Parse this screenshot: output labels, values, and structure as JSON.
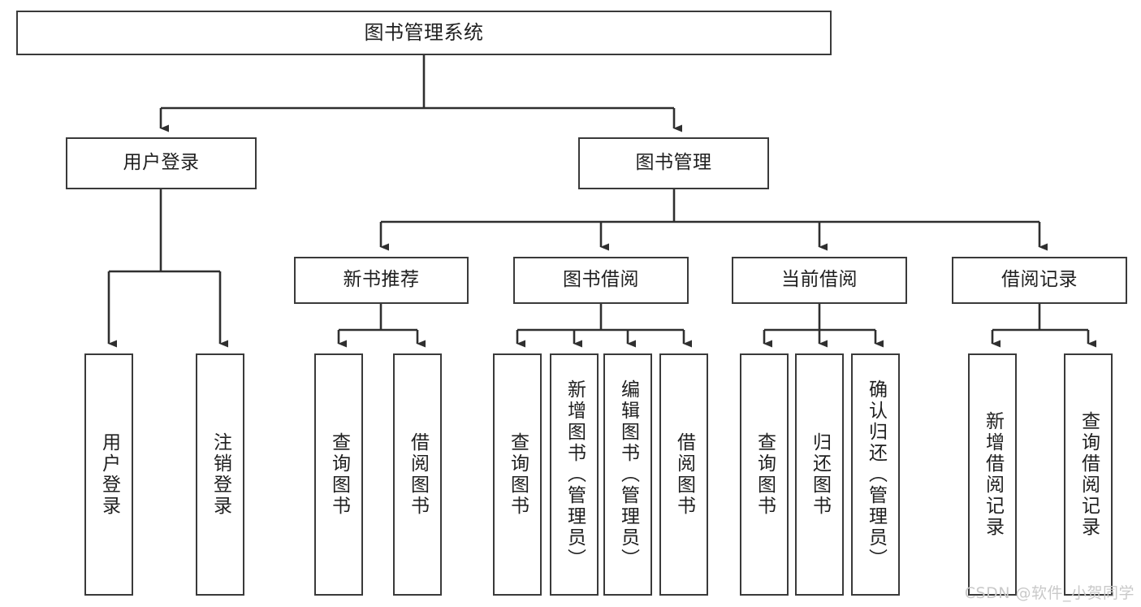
{
  "diagram": {
    "title": "图书管理系统",
    "watermark": "CSDN @软件_小贺同学",
    "colors": {
      "node_border": "#3a3a3a",
      "node_fill": "#ffffff",
      "edge": "#2f2f2f",
      "text": "#1f1f1f",
      "watermark": "#c9c9c9",
      "background": "#ffffff"
    },
    "levels": {
      "root": "图书管理系统",
      "level2": [
        "用户登录",
        "图书管理"
      ],
      "level3": [
        "新书推荐",
        "图书借阅",
        "当前借阅",
        "借阅记录"
      ]
    },
    "nodes": {
      "root": {
        "label": "图书管理系统"
      },
      "user_login": {
        "label": "用户登录"
      },
      "book_manage": {
        "label": "图书管理"
      },
      "new_book_rec": {
        "label": "新书推荐"
      },
      "book_borrow": {
        "label": "图书借阅"
      },
      "current_borrow": {
        "label": "当前借阅"
      },
      "borrow_record": {
        "label": "借阅记录"
      },
      "leaf_user_login": {
        "label": "用户登录"
      },
      "leaf_logout": {
        "label": "注销登录"
      },
      "leaf_rec_query": {
        "label": "查询图书"
      },
      "leaf_rec_borrow": {
        "label": "借阅图书"
      },
      "leaf_borrow_query": {
        "label": "查询图书"
      },
      "leaf_borrow_add": {
        "label": "新增图书（管理员）"
      },
      "leaf_borrow_edit": {
        "label": "编辑图书（管理员）"
      },
      "leaf_borrow_lend": {
        "label": "借阅图书"
      },
      "leaf_cur_query": {
        "label": "查询图书"
      },
      "leaf_cur_return": {
        "label": "归还图书"
      },
      "leaf_cur_confirm": {
        "label": "确认归还（管理员）"
      },
      "leaf_rec_add": {
        "label": "新增借阅记录"
      },
      "leaf_rec_query_rec": {
        "label": "查询借阅记录"
      }
    }
  }
}
